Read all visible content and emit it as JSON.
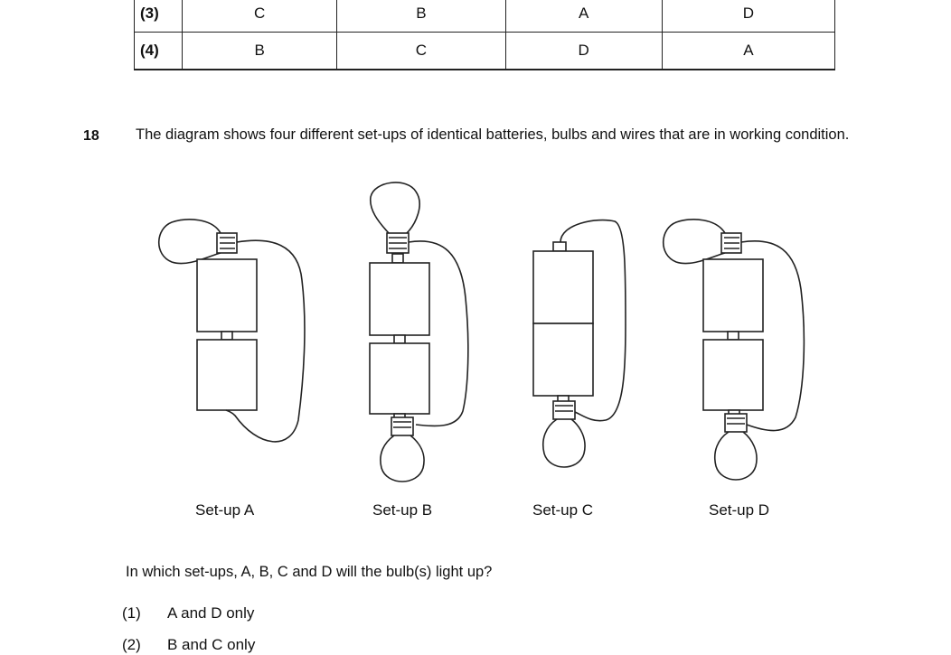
{
  "table": {
    "rows": [
      {
        "option": "(3)",
        "cells": [
          "C",
          "B",
          "A",
          "D"
        ]
      },
      {
        "option": "(4)",
        "cells": [
          "B",
          "C",
          "D",
          "A"
        ]
      }
    ]
  },
  "question": {
    "number": "18",
    "text": "The diagram shows four different set-ups of identical batteries, bulbs and wires that are in working condition.",
    "setups": [
      "Set-up A",
      "Set-up B",
      "Set-up C",
      "Set-up D"
    ],
    "prompt": "In which set-ups, A, B, C and D will the bulb(s) light up?",
    "options": [
      {
        "num": "(1)",
        "text": "A and D only"
      },
      {
        "num": "(2)",
        "text": "B and C only"
      }
    ]
  }
}
